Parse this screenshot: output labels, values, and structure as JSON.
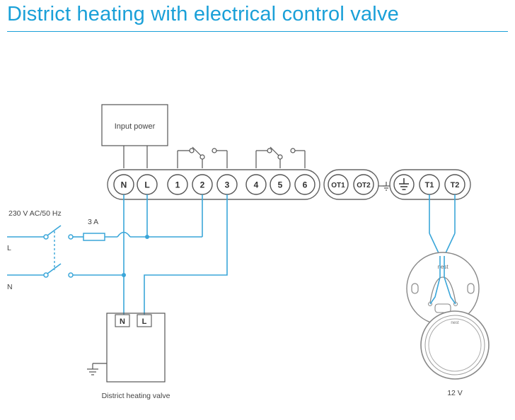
{
  "title": "District heating with electrical control valve",
  "input_power": "Input power",
  "supply": {
    "voltage": "230 V AC/50 Hz",
    "fuse": "3 A",
    "live": "L",
    "neutral": "N"
  },
  "terminals": {
    "power": [
      "N",
      "L"
    ],
    "relay1": [
      "1",
      "2",
      "3"
    ],
    "relay2": [
      "4",
      "5",
      "6"
    ],
    "opentherm": [
      "OT1",
      "OT2"
    ],
    "thermostat": [
      "T1",
      "T2"
    ]
  },
  "valve": {
    "label": "District heating valve",
    "terminals": [
      "N",
      "L"
    ]
  },
  "thermostat_device": {
    "brand": "nest",
    "voltage": "12 V"
  },
  "colors": {
    "title": "#1aa0d8",
    "wire": "#3aa6d9"
  }
}
